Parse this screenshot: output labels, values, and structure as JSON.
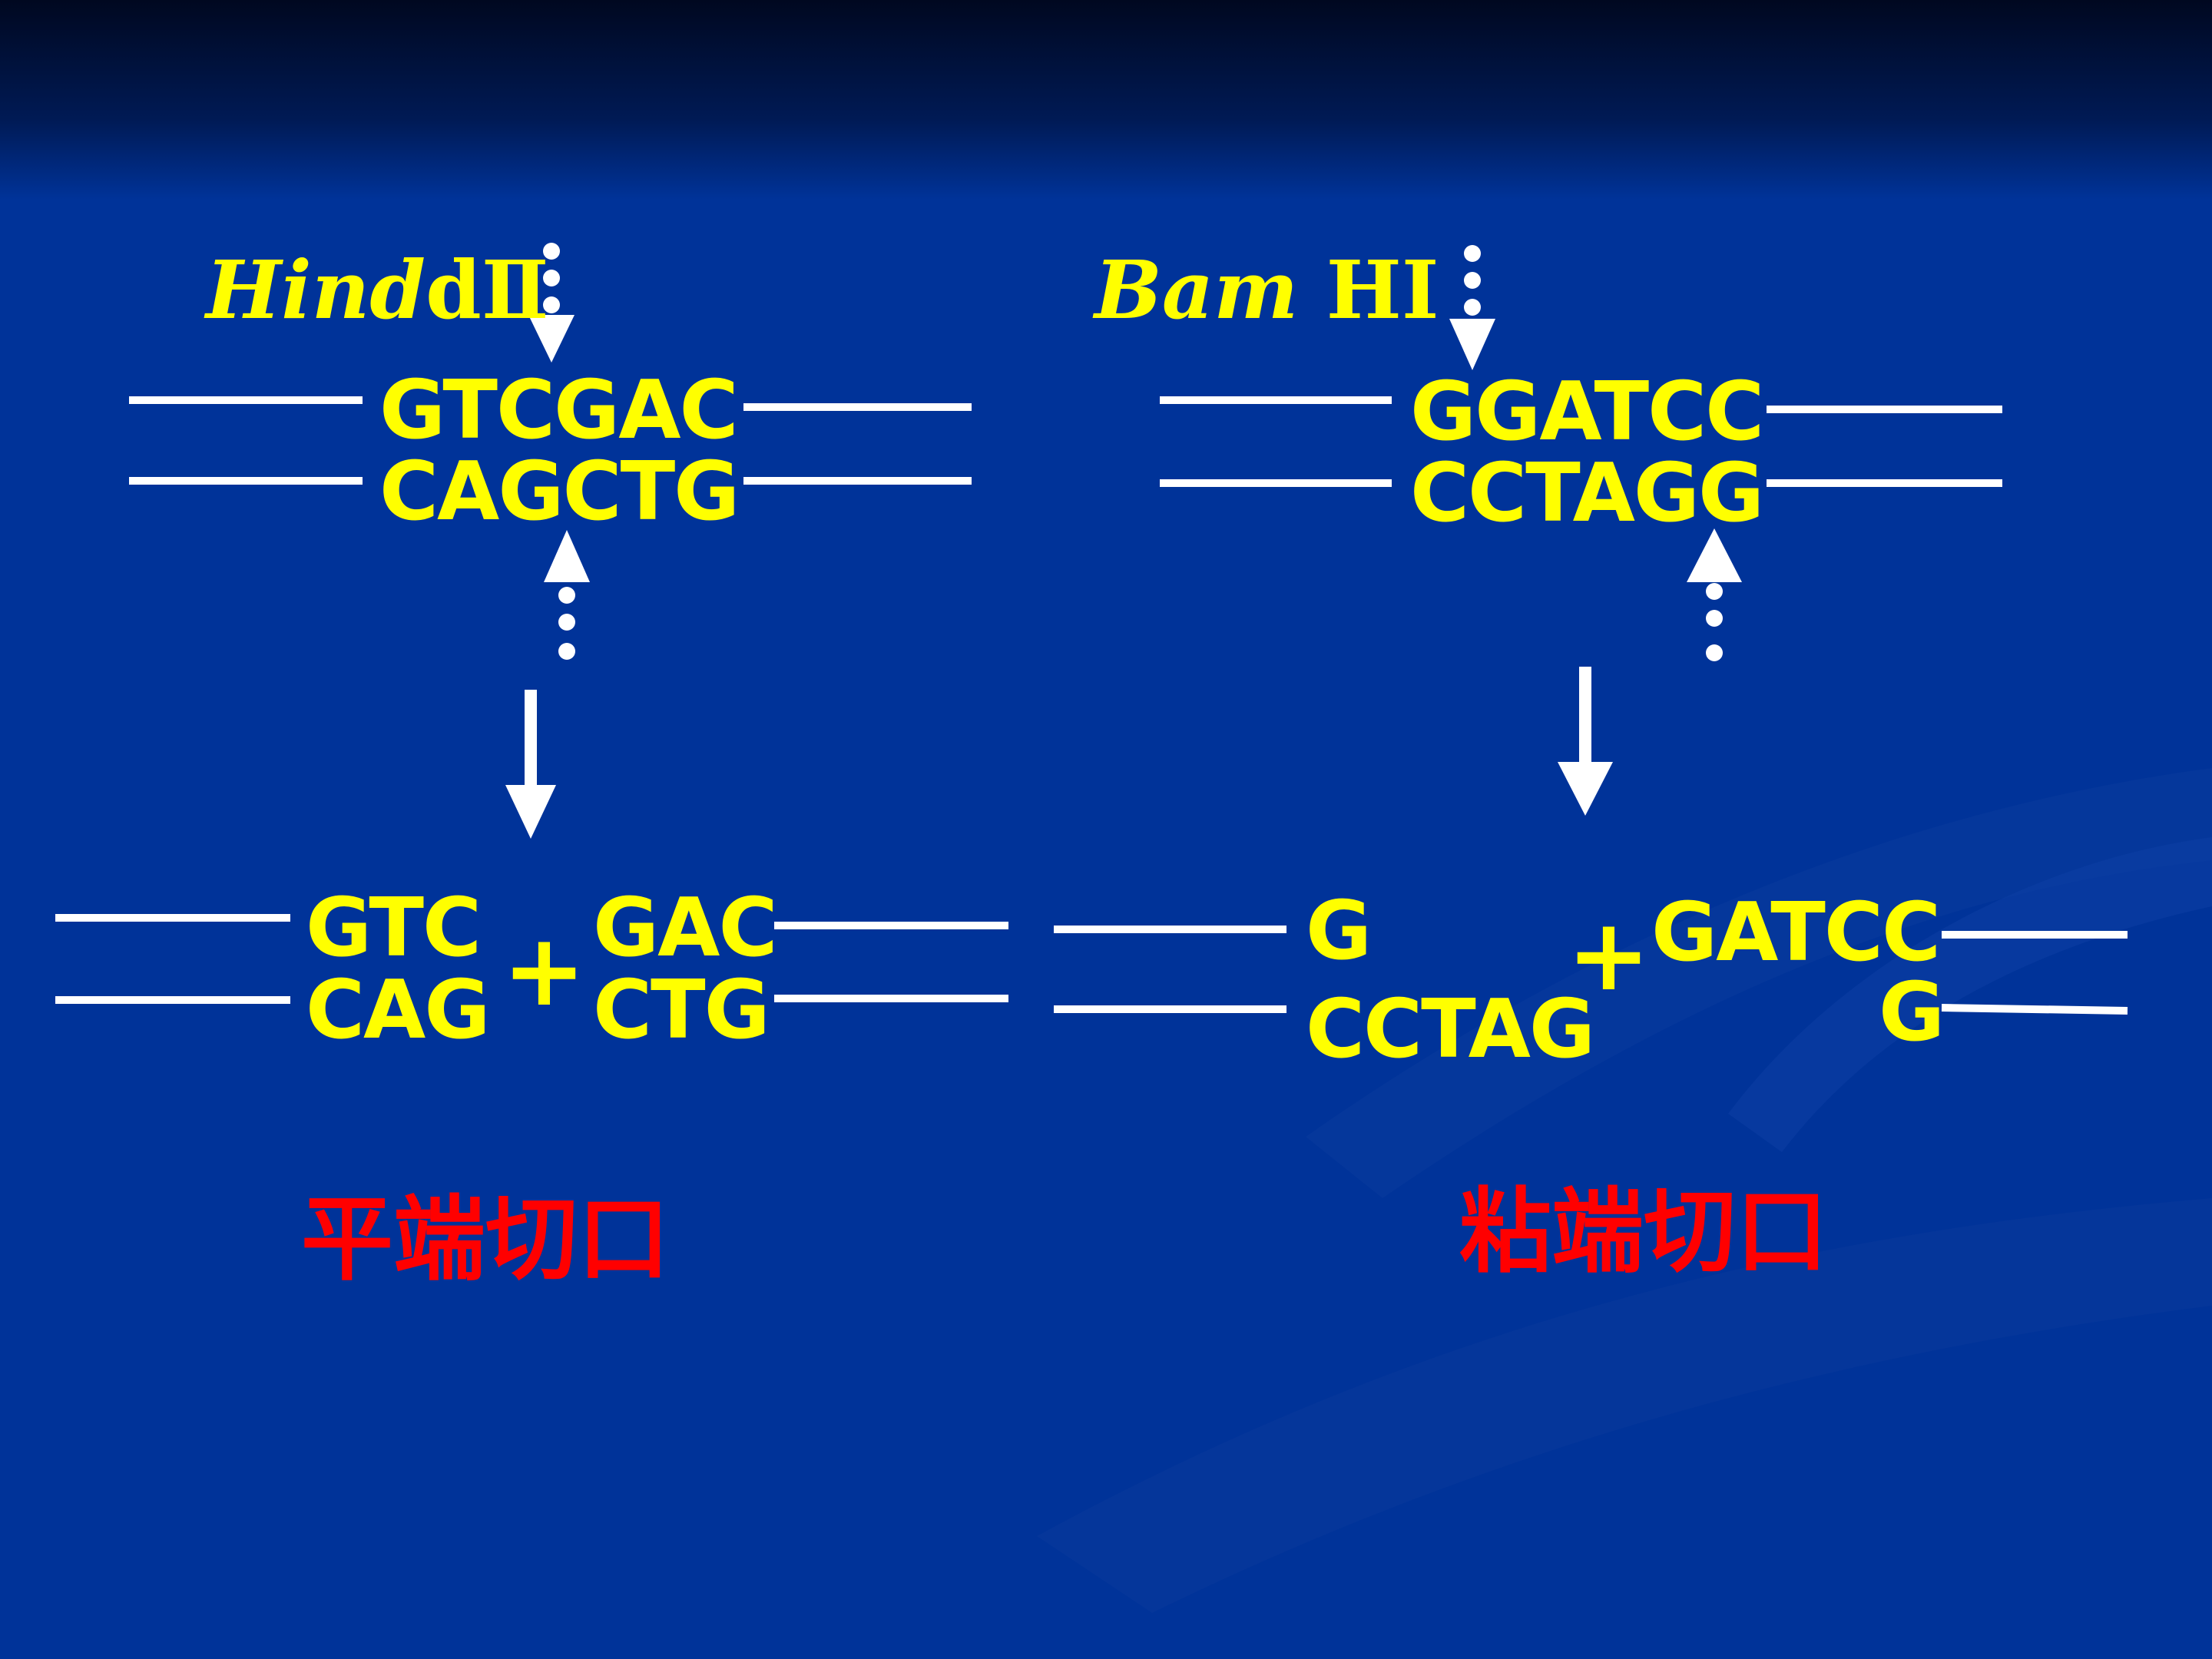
{
  "colors": {
    "background": "#003399",
    "background_top": "#000820",
    "sequence_text": "#FFFF00",
    "caption_text": "#FF0000",
    "strand_line": "#FFFFFF"
  },
  "left": {
    "enzyme_italic": "Hind",
    "enzyme_suffix": "dⅡ",
    "top_strand": "GTCGAC",
    "bottom_strand": "CAGCTG",
    "product_left_top": "GTC",
    "product_left_bottom": "CAG",
    "plus": "+",
    "product_right_top": "GAC",
    "product_right_bottom": "CTG",
    "caption": "平端切口"
  },
  "right": {
    "enzyme_italic": "Bam",
    "enzyme_suffix": "HⅠ",
    "top_strand": "GGATCC",
    "bottom_strand": "CCTAGG",
    "product_left_top": "G",
    "product_left_bottom": "CCTAG",
    "plus": "+",
    "product_right_top": "GATCC",
    "product_right_bottom": "G",
    "caption": "粘端切口"
  }
}
